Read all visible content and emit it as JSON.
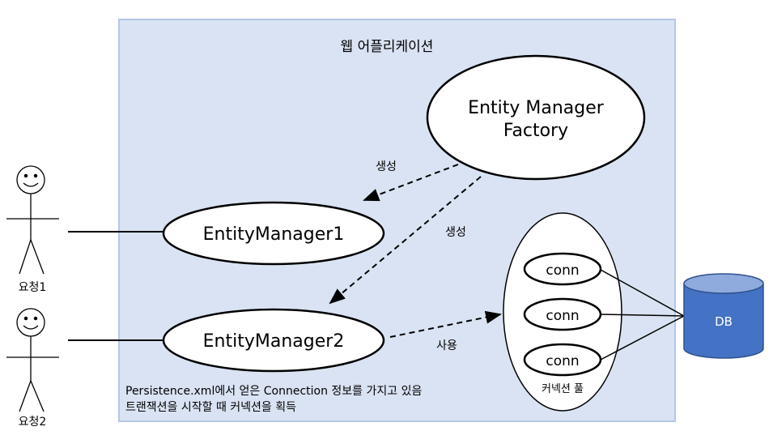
{
  "container": {
    "title": "웹 어플리케이션"
  },
  "factory": {
    "line1": "Entity Manager",
    "line2": "Factory"
  },
  "managers": [
    {
      "label": "EntityManager1"
    },
    {
      "label": "EntityManager2"
    }
  ],
  "edges": {
    "create1": "생성",
    "create2": "생성",
    "use": "사용"
  },
  "pool": {
    "label": "커넥션 풀",
    "connections": [
      "conn",
      "conn",
      "conn"
    ]
  },
  "db": {
    "label": "DB",
    "color": "#4472c4"
  },
  "users": [
    {
      "label": "요청1"
    },
    {
      "label": "요청2"
    }
  ],
  "note": {
    "line1": "Persistence.xml에서 얻은  Connection 정보를 가지고 있음",
    "line2": "트랜잭션을 시작할 때 커넥션을 획득"
  },
  "colors": {
    "container_fill": "#dae3f3",
    "container_border": "#b4c7e7"
  }
}
